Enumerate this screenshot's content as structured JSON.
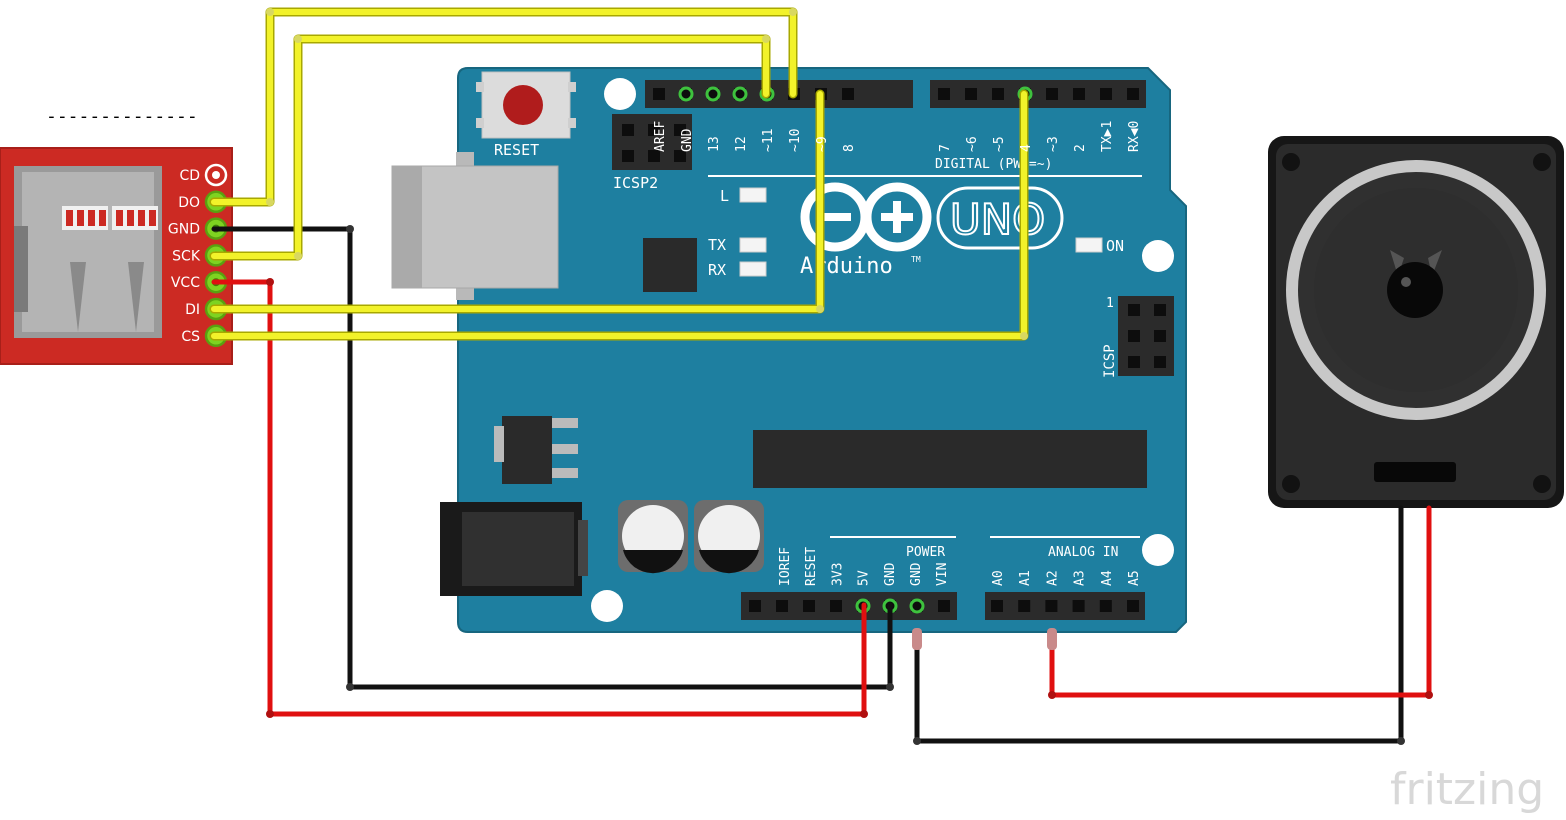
{
  "colors": {
    "board": "#1e7fa0",
    "board_edge": "#17667f",
    "sd_board": "#cc2a23",
    "wire_yellow": "#f2f22a",
    "wire_black": "#111111",
    "wire_red": "#e01010",
    "silk": "#ffffff",
    "header": "#2b2b2b"
  },
  "header_dashes": "--------------",
  "sd_module": {
    "pins": [
      "CD",
      "DO",
      "GND",
      "SCK",
      "VCC",
      "DI",
      "CS"
    ]
  },
  "arduino": {
    "reset_label": "RESET",
    "icsp2_label": "ICSP2",
    "icsp_label": "ICSP",
    "icsp_pin1": "1",
    "led_l": "L",
    "led_tx": "TX",
    "led_rx": "RX",
    "led_on": "ON",
    "brand": "Arduino",
    "tm": "TM",
    "model": "UNO",
    "digital_label": "DIGITAL (PWM=~)",
    "power_label": "POWER",
    "analog_label": "ANALOG IN",
    "digital_pins_left": [
      "AREF",
      "GND",
      "13",
      "12",
      "~11",
      "~10",
      "~9",
      "8"
    ],
    "digital_pins_right": [
      "7",
      "~6",
      "~5",
      "4",
      "~3",
      "2",
      "TX▶1",
      "RX◀0"
    ],
    "power_pins": [
      "IOREF",
      "RESET",
      "3V3",
      "5V",
      "GND",
      "GND",
      "VIN"
    ],
    "analog_pins": [
      "A0",
      "A1",
      "A2",
      "A3",
      "A4",
      "A5"
    ]
  },
  "speaker": {
    "icon": "speaker-icon"
  },
  "watermark": "fritzing"
}
